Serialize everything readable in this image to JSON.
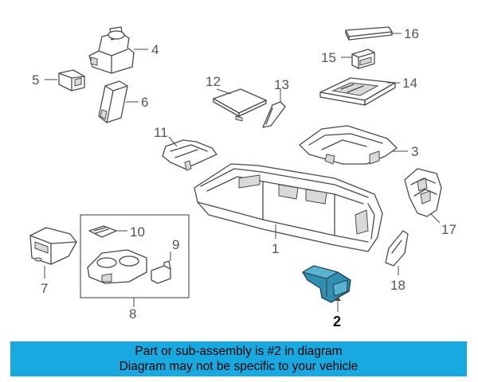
{
  "callouts": {
    "c1": "1",
    "c2": "2",
    "c3": "3",
    "c4": "4",
    "c5": "5",
    "c6": "6",
    "c7": "7",
    "c8": "8",
    "c9": "9",
    "c10": "10",
    "c11": "11",
    "c12": "12",
    "c13": "13",
    "c14": "14",
    "c15": "15",
    "c16": "16",
    "c17": "17",
    "c18": "18"
  },
  "highlight_color": "#2f8fb1",
  "banner": {
    "line1": "Part or sub-assembly is #2 in diagram",
    "line2": "Diagram may not be specific to your vehicle",
    "background": "#17a9e0"
  }
}
